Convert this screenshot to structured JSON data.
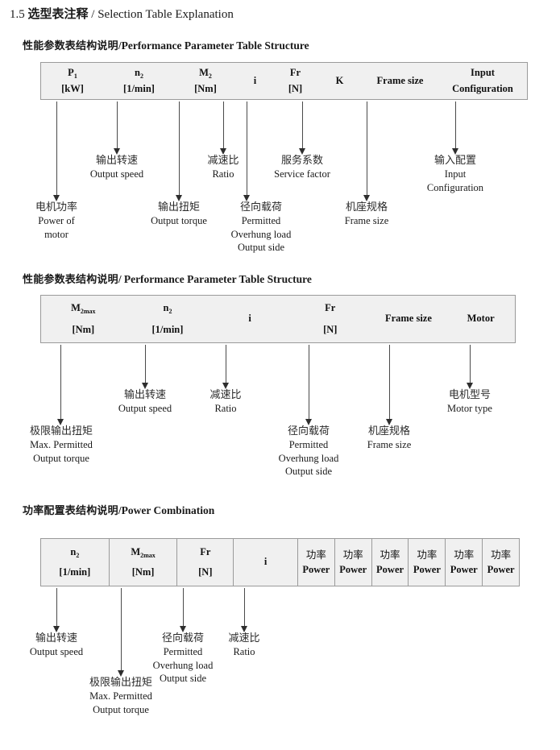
{
  "document": {
    "title_number": "1.5",
    "title_cn": "选型表注释",
    "title_sep": "/",
    "title_en": "Selection Table Explanation"
  },
  "sections": [
    {
      "heading_cn": "性能参数表结构说明",
      "heading_sep": "/",
      "heading_en": "Performance Parameter Table Structure",
      "table": {
        "columns": [
          {
            "line1": "P",
            "sub1": "1",
            "line2": "[kW]"
          },
          {
            "line1": "n",
            "sub1": "2",
            "line2": "[1/min]"
          },
          {
            "line1": "M",
            "sub1": "2",
            "line2": "[Nm]"
          },
          {
            "line1": "i",
            "sub1": "",
            "line2": ""
          },
          {
            "line1": "Fr",
            "sub1": "",
            "line2": "[N]"
          },
          {
            "line1": "K",
            "sub1": "",
            "line2": ""
          },
          {
            "line1": "Frame size",
            "sub1": "",
            "line2": ""
          },
          {
            "line1": "Input",
            "sub1": "",
            "line2": "Configuration"
          }
        ]
      },
      "notes": [
        {
          "cn": "电机功率",
          "en": [
            "Power of",
            "motor"
          ]
        },
        {
          "cn": "输出转速",
          "en": [
            "Output speed"
          ]
        },
        {
          "cn": "输出扭矩",
          "en": [
            "Output torque"
          ]
        },
        {
          "cn": "减速比",
          "en": [
            "Ratio"
          ]
        },
        {
          "cn": "径向载荷",
          "en": [
            "Permitted",
            "Overhung load",
            "Output side"
          ]
        },
        {
          "cn": "服务系数",
          "en": [
            "Service factor"
          ]
        },
        {
          "cn": "机座规格",
          "en": [
            "Frame size"
          ]
        },
        {
          "cn": "输入配置",
          "en": [
            "Input",
            "Configuration"
          ]
        }
      ]
    },
    {
      "heading_cn": "性能参数表结构说明",
      "heading_sep": "/",
      "heading_en": "Performance Parameter Table Structure",
      "table": {
        "columns": [
          {
            "line1": "M",
            "sub1": "2max",
            "line2": "[Nm]"
          },
          {
            "line1": "n",
            "sub1": "2",
            "line2": "[1/min]"
          },
          {
            "line1": "i",
            "sub1": "",
            "line2": ""
          },
          {
            "line1": "Fr",
            "sub1": "",
            "line2": "[N]"
          },
          {
            "line1": "Frame size",
            "sub1": "",
            "line2": ""
          },
          {
            "line1": "Motor",
            "sub1": "",
            "line2": ""
          }
        ]
      },
      "notes": [
        {
          "cn": "极限输出扭矩",
          "en": [
            "Max. Permitted",
            "Output  torque"
          ]
        },
        {
          "cn": "输出转速",
          "en": [
            "Output speed"
          ]
        },
        {
          "cn": "减速比",
          "en": [
            "Ratio"
          ]
        },
        {
          "cn": "径向载荷",
          "en": [
            "Permitted",
            "Overhung load",
            "Output side"
          ]
        },
        {
          "cn": "机座规格",
          "en": [
            "Frame size"
          ]
        },
        {
          "cn": "电机型号",
          "en": [
            "Motor type"
          ]
        }
      ]
    },
    {
      "heading_cn": "功率配置表结构说明",
      "heading_sep": "/",
      "heading_en": "Power Combination",
      "table": {
        "columns": [
          {
            "line1": "n",
            "sub1": "2",
            "line2": "[1/min]"
          },
          {
            "line1": "M",
            "sub1": "2max",
            "line2": "[Nm]"
          },
          {
            "line1": "Fr",
            "sub1": "",
            "line2": "[N]"
          },
          {
            "line1": "i",
            "sub1": "",
            "line2": ""
          },
          {
            "line1": "功率",
            "sub1": "",
            "line2": "Power"
          },
          {
            "line1": "功率",
            "sub1": "",
            "line2": "Power"
          },
          {
            "line1": "功率",
            "sub1": "",
            "line2": "Power"
          },
          {
            "line1": "功率",
            "sub1": "",
            "line2": "Power"
          },
          {
            "line1": "功率",
            "sub1": "",
            "line2": "Power"
          },
          {
            "line1": "功率",
            "sub1": "",
            "line2": "Power"
          }
        ]
      },
      "notes": [
        {
          "cn": "输出转速",
          "en": [
            "Output speed"
          ]
        },
        {
          "cn": "极限输出扭矩",
          "en": [
            "Max. Permitted",
            "Output  torque"
          ]
        },
        {
          "cn": "径向载荷",
          "en": [
            "Permitted",
            "Overhung load",
            "Output side"
          ]
        },
        {
          "cn": "减速比",
          "en": [
            "Ratio"
          ]
        }
      ]
    }
  ],
  "style": {
    "table_fill": "#f0f0f0",
    "table_border": "#9a9a9a",
    "connector_color": "#4a4a4a",
    "text_color": "#1a1a1a"
  }
}
